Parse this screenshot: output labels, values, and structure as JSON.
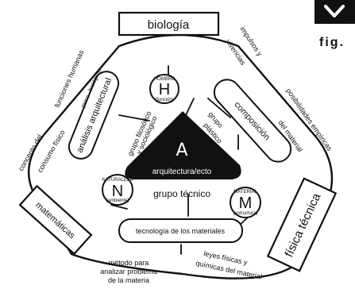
{
  "corner_caption": "fig.",
  "outer_boxes": {
    "top": "biología",
    "left": "matemáticas",
    "right": "física técnica"
  },
  "outer_labels": {
    "funciones": "funciones humanas",
    "concepto": "concepto del",
    "impulsos": "impulsos y",
    "vivencias": "vivencias",
    "posibilidades": "posibilidades empíricas",
    "del_material": "del material",
    "leyes": "leyes físicas y",
    "quimicas": "químicas del material",
    "metodo_1": "método para",
    "metodo_2": "analizar problema",
    "metodo_3": "de la materia"
  },
  "pills": {
    "analisis": "análisis arquitectural",
    "psico": "psico - biológicas",
    "consumo": "consumo físico",
    "composicion": "composición",
    "tecnologia": "tecnología de los materiales"
  },
  "inner_labels": {
    "grupo_filosofico_1": "grupo filosófico",
    "grupo_filosofico_2": "y sociológico",
    "grupo_plastico_1": "grupo",
    "grupo_plastico_2": "plástico",
    "grupo_tecnico": "grupo técnico"
  },
  "nodes": {
    "hombre": {
      "top": "HOMBRE",
      "letter": "H",
      "bottom": "(función)"
    },
    "material": {
      "top": "MATERIAL",
      "letter": "M",
      "bottom": "(estructura)"
    },
    "naturaleza": {
      "top": "NATURALEZA",
      "letter": "N",
      "bottom": "(ambiente)"
    }
  },
  "center": {
    "symbol": "A",
    "label": "arquitectura/ecto"
  }
}
